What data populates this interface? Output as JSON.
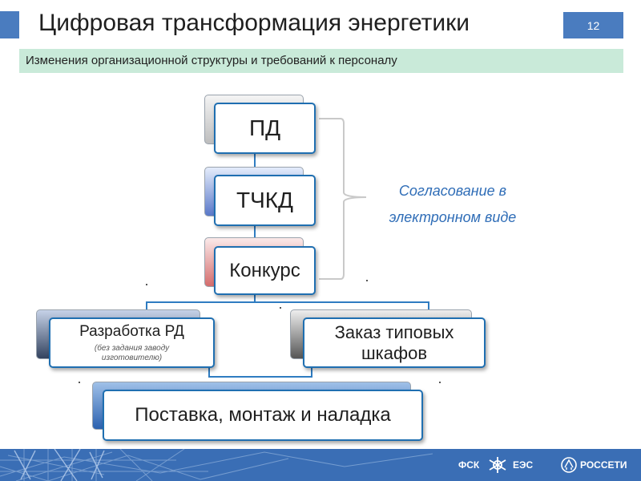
{
  "header": {
    "title": "Цифровая трансформация энергетики",
    "page_number": "12"
  },
  "subtitle": "Изменения организационной структуры и требований к персоналу",
  "diagram": {
    "pd": "ПД",
    "tchkd": "ТЧКД",
    "konkurs": "Конкурс",
    "rd_title": "Разработка РД",
    "rd_note": "(без задания заводу изготовителю)",
    "zakaz": "Заказ типовых шкафов",
    "postavka": "Поставка, монтаж и наладка",
    "agreement_line1": "Согласование в",
    "agreement_line2": "электронном виде"
  },
  "footer": {
    "logo_fsk_left": "ФСК",
    "logo_fsk_right": "ЕЭС",
    "logo_rosseti": "РОССЕТИ"
  },
  "colors": {
    "accent": "#4a7cbf",
    "subtitle_bg": "#c9ead9",
    "border": "#1f6fb1",
    "agreement_text": "#2f6db7",
    "footer_bg": "#3a6eb5"
  }
}
